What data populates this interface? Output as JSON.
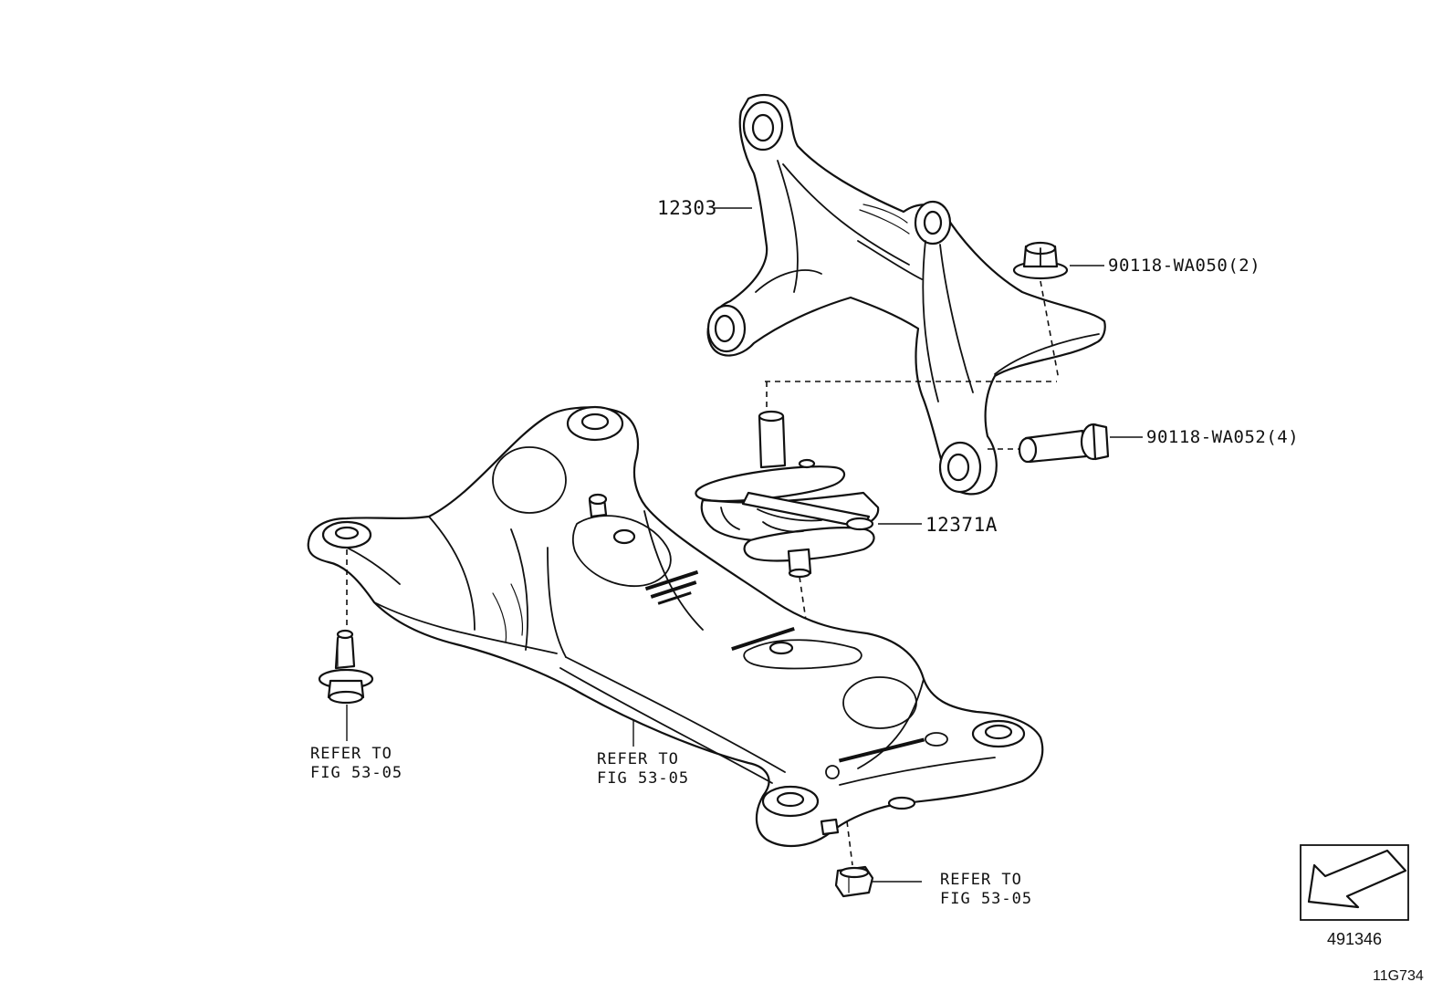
{
  "callouts": {
    "bracket": "12303",
    "bolt_upper": "90118-WA050(2)",
    "bolt_side": "90118-WA052(4)",
    "mount": "12371A"
  },
  "references": {
    "left": [
      "REFER TO",
      "FIG 53-05"
    ],
    "center": [
      "REFER TO",
      "FIG 53-05"
    ],
    "right": [
      "REFER TO",
      "FIG 53-05"
    ]
  },
  "diagram_id": "491346",
  "sheet_id": "11G734",
  "icons": {
    "direction": "front-direction-arrow-icon"
  },
  "colors": {
    "ink": "#111111",
    "paper": "#ffffff"
  }
}
